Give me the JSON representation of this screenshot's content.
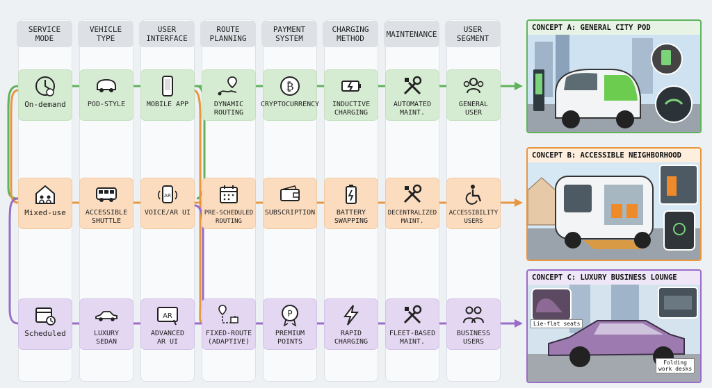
{
  "headers": [
    "SERVICE\nMODE",
    "VEHICLE\nTYPE",
    "USER\nINTERFACE",
    "ROUTE\nPLANNING",
    "PAYMENT\nSYSTEM",
    "CHARGING\nMETHOD",
    "MAINTENANCE",
    "USER\nSEGMENT"
  ],
  "rows": [
    {
      "color": "green",
      "cells": [
        "On-demand",
        "POD-STYLE",
        "MOBILE APP",
        "DYNAMIC\nROUTING",
        "CRYPTOCURRENCY",
        "INDUCTIVE\nCHARGING",
        "AUTOMATED\nMAINT.",
        "GENERAL\nUSER"
      ]
    },
    {
      "color": "orange",
      "cells": [
        "Mixed-use",
        "ACCESSIBLE\nSHUTTLE",
        "VOICE/AR UI",
        "PRE-SCHEDULED\nROUTING",
        "SUBSCRIPTION",
        "BATTERY\nSWAPPING",
        "DECENTRALIZED\nMAINT.",
        "ACCESSIBILITY\nUSERS"
      ]
    },
    {
      "color": "purple",
      "cells": [
        "Scheduled",
        "LUXURY\nSEDAN",
        "ADVANCED\nAR UI",
        "FIXED-ROUTE\n(ADAPTIVE)",
        "PREMIUM\nPOINTS",
        "RAPID\nCHARGING",
        "FLEET-BASED\nMAINT.",
        "BUSINESS\nUSERS"
      ]
    }
  ],
  "concepts": [
    {
      "title": "CONCEPT A: GENERAL CITY POD",
      "color": "#5fb35c"
    },
    {
      "title": "CONCEPT B: ACCESSIBLE NEIGHBORHOOD SHUTTLE",
      "color": "#e8963f"
    },
    {
      "title": "CONCEPT C: LUXURY BUSINESS LOUNGE",
      "color": "#9a6cc8",
      "labels": [
        "Lie-flat seats",
        "Folding\nwork desks"
      ]
    }
  ],
  "icons": [
    [
      "clock-icon",
      "pod-car-icon",
      "smartphone-icon",
      "route-pin-icon",
      "bitcoin-icon",
      "inductive-battery-icon",
      "wrench-screwdriver-icon",
      "users-group-icon"
    ],
    [
      "houses-people-icon",
      "shuttle-bus-icon",
      "voice-ar-icon",
      "calendar-icon",
      "wallet-icon",
      "battery-icon",
      "wrench-screwdriver-icon",
      "wheelchair-icon"
    ],
    [
      "calendar-clock-icon",
      "sedan-icon",
      "ar-tablet-icon",
      "map-route-icon",
      "premium-points-icon",
      "lightning-icon",
      "wrench-screwdriver-icon",
      "business-users-icon"
    ]
  ]
}
